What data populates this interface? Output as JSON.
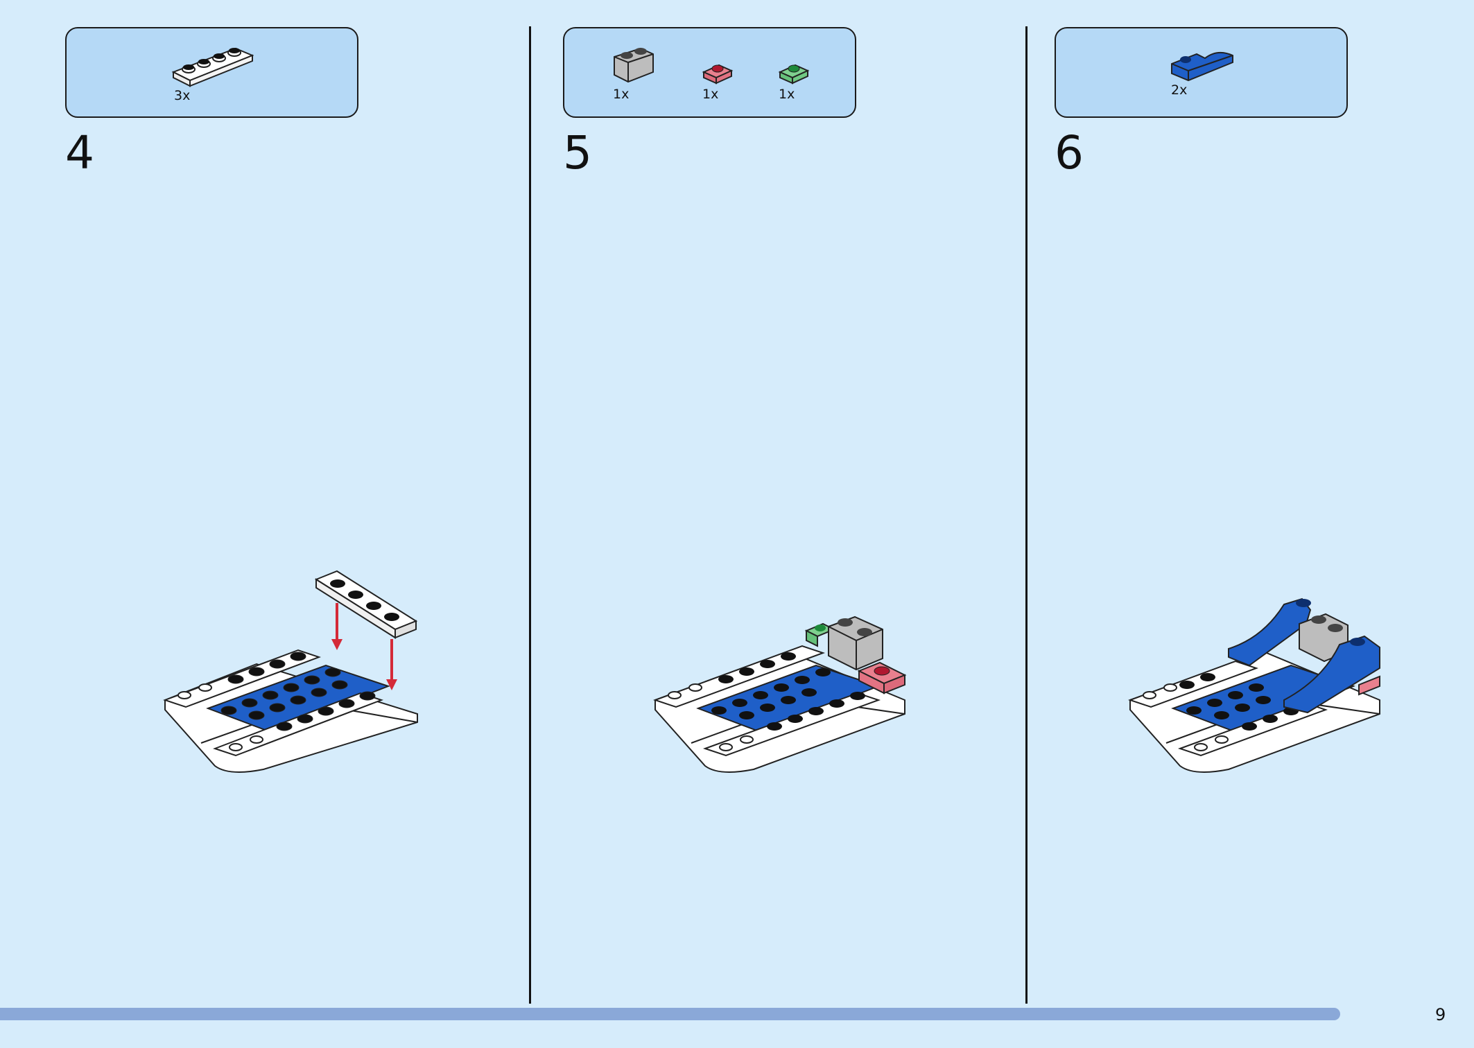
{
  "colors": {
    "background": "#d6ecfb",
    "callout": "#b5d9f6",
    "brick_blue": "#1f5fc8",
    "brick_white": "#ffffff",
    "brick_gray": "#bdbdbd",
    "trans_red": "#e9808e",
    "trans_green": "#7fd08f",
    "arrow_red": "#d42a38",
    "progress": "#8aa8d8"
  },
  "steps": [
    {
      "number": "4",
      "parts": [
        {
          "icon": "white-plate-1x4-icon",
          "qty": "3x"
        }
      ]
    },
    {
      "number": "5",
      "parts": [
        {
          "icon": "gray-brick-1x2-icon",
          "qty": "1x"
        },
        {
          "icon": "trans-red-plate-1x1-icon",
          "qty": "1x"
        },
        {
          "icon": "trans-green-plate-1x1-icon",
          "qty": "1x"
        }
      ]
    },
    {
      "number": "6",
      "parts": [
        {
          "icon": "blue-curved-slope-icon",
          "qty": "2x"
        }
      ]
    }
  ],
  "progress": 0.953,
  "page_number": "9"
}
